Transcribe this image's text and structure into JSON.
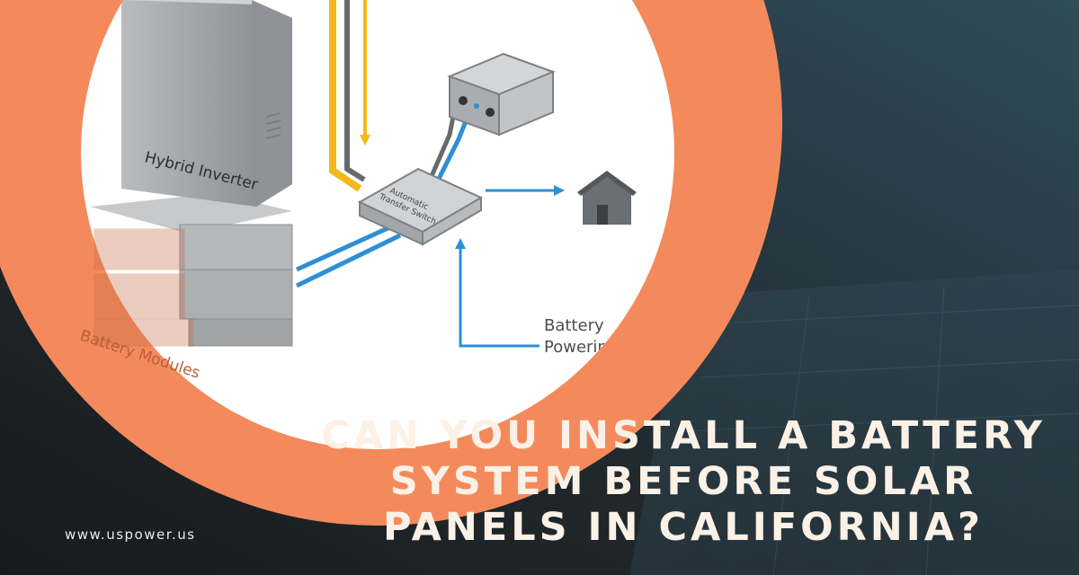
{
  "colors": {
    "background_dark": "#1e1f22",
    "background_teal": "#2e4a58",
    "ring_orange": "#f48a5c",
    "circle_white": "#ffffff",
    "solar_yellow": "#f3b81c",
    "battery_blue": "#2e8fd6",
    "headline_text": "#fbf1e6"
  },
  "diagram": {
    "inverter_label": "Hybrid Inverter",
    "switch_label_line1": "Automatic",
    "switch_label_line2": "Transfer Switch",
    "battery_label": "Battery Modules",
    "power_label_line1": "Battery",
    "power_label_line2": "Powering Home",
    "icons": [
      "home-icon",
      "junction-box-icon"
    ]
  },
  "headline": {
    "line1": "CAN YOU INSTALL A BATTERY",
    "line2": "SYSTEM BEFORE SOLAR",
    "line3": "PANELS IN CALIFORNIA?"
  },
  "footer": {
    "url": "www.uspower.us"
  }
}
